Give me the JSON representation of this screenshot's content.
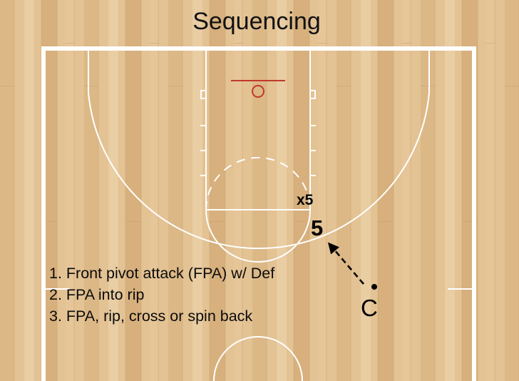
{
  "title": "Sequencing",
  "players": {
    "defender_label": "x5",
    "offense_label": "5",
    "coach_label": "C"
  },
  "notes": [
    "1. Front pivot attack (FPA) w/ Def",
    "2. FPA into rip",
    "3. FPA, rip, cross or spin back"
  ],
  "colors": {
    "court_light": "#e7c79b",
    "court_dark": "#d2a876",
    "lines": "#ffffff",
    "hoop": "#c0392b",
    "ink": "#000000"
  }
}
